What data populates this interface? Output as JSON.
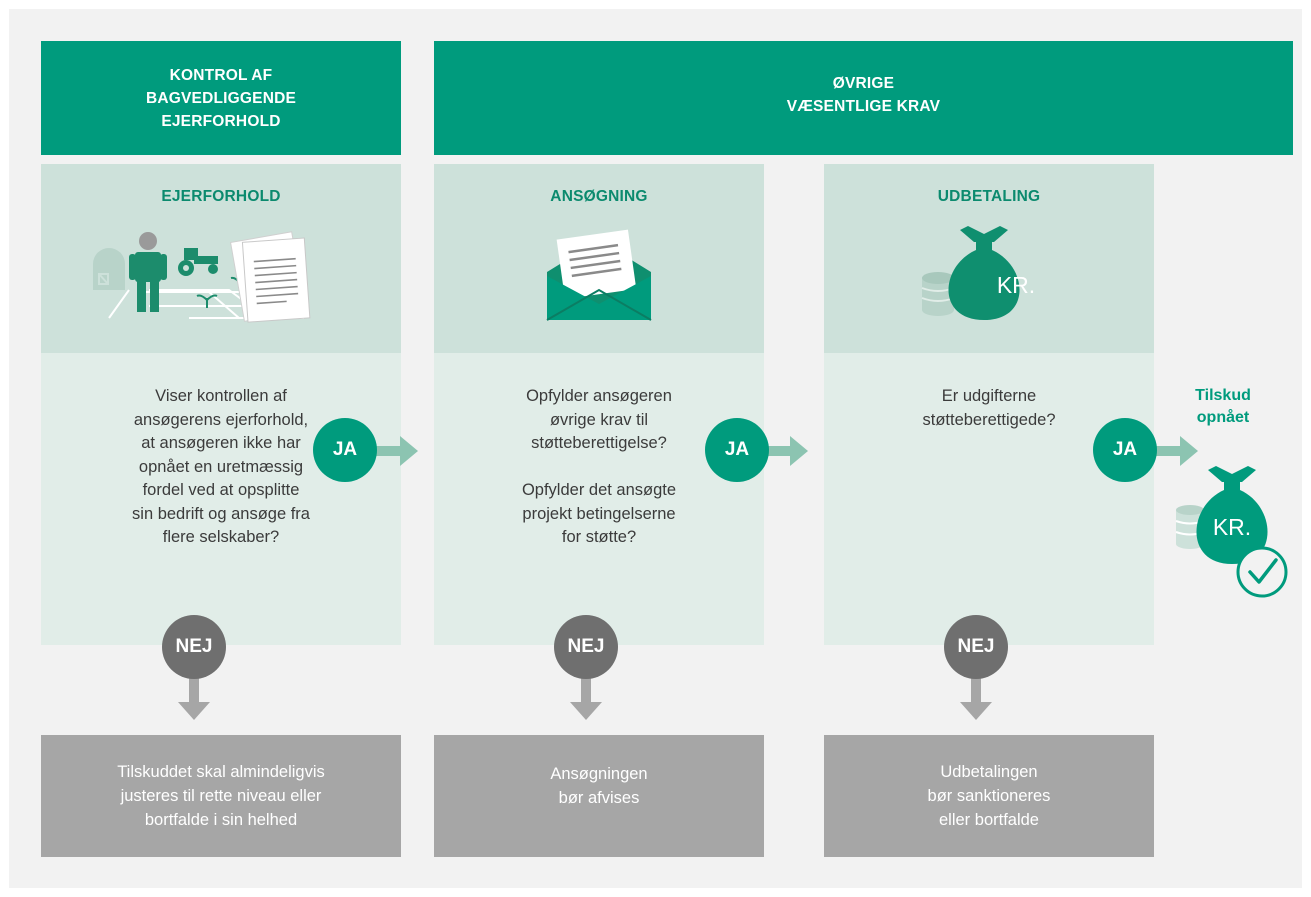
{
  "headers": {
    "left": "KONTROL AF\nBAGVEDLIGGENDE\nEJERFORHOLD",
    "right": "ØVRIGE\nVÆSENTLIGE KRAV"
  },
  "panels": [
    {
      "title": "EJERFORHOLD",
      "icon": "farmer-tractor-document-icon",
      "text": "Viser kontrollen af\nansøgerens ejerforhold,\nat ansøgeren ikke har\nopnået en uretmæssig\nfordel ved at opsplitte\nsin bedrift og ansøge fra\nflere selskaber?",
      "yes": "JA",
      "no": "NEJ",
      "outcome": "Tilskuddet skal almindeligvis\njusteres til rette niveau eller\nbortfalde i sin helhed"
    },
    {
      "title": "ANSØGNING",
      "icon": "envelope-letter-icon",
      "text": "Opfylder ansøgeren\nøvrige krav til\nstøtteberettigelse?\n\nOpfylder det ansøgte\nprojekt betingelserne\nfor støtte?",
      "yes": "JA",
      "no": "NEJ",
      "outcome": "Ansøgningen\nbør afvises"
    },
    {
      "title": "UDBETALING",
      "icon": "money-bag-coins-icon",
      "bag_label": "KR.",
      "text": "Er udgifterne\nstøtteberettigede?",
      "yes": "JA",
      "no": "NEJ",
      "outcome": "Udbetalingen\nbør sanktioneres\neller bortfalde"
    }
  ],
  "final": {
    "label": "Tilskud\nopnået",
    "bag_label": "KR.",
    "icon": "money-bag-check-icon"
  },
  "colors": {
    "header_green": "#009b7d",
    "panel_top": "#cde1da",
    "panel_lower": "#e1ede8",
    "title_green": "#0b8a6e",
    "arrow_green": "#8cc4b1",
    "no_circle": "#6f6f6f",
    "no_arrow": "#a6a6a6",
    "outcome_box": "#a6a6a6",
    "background": "#f2f2f2"
  }
}
